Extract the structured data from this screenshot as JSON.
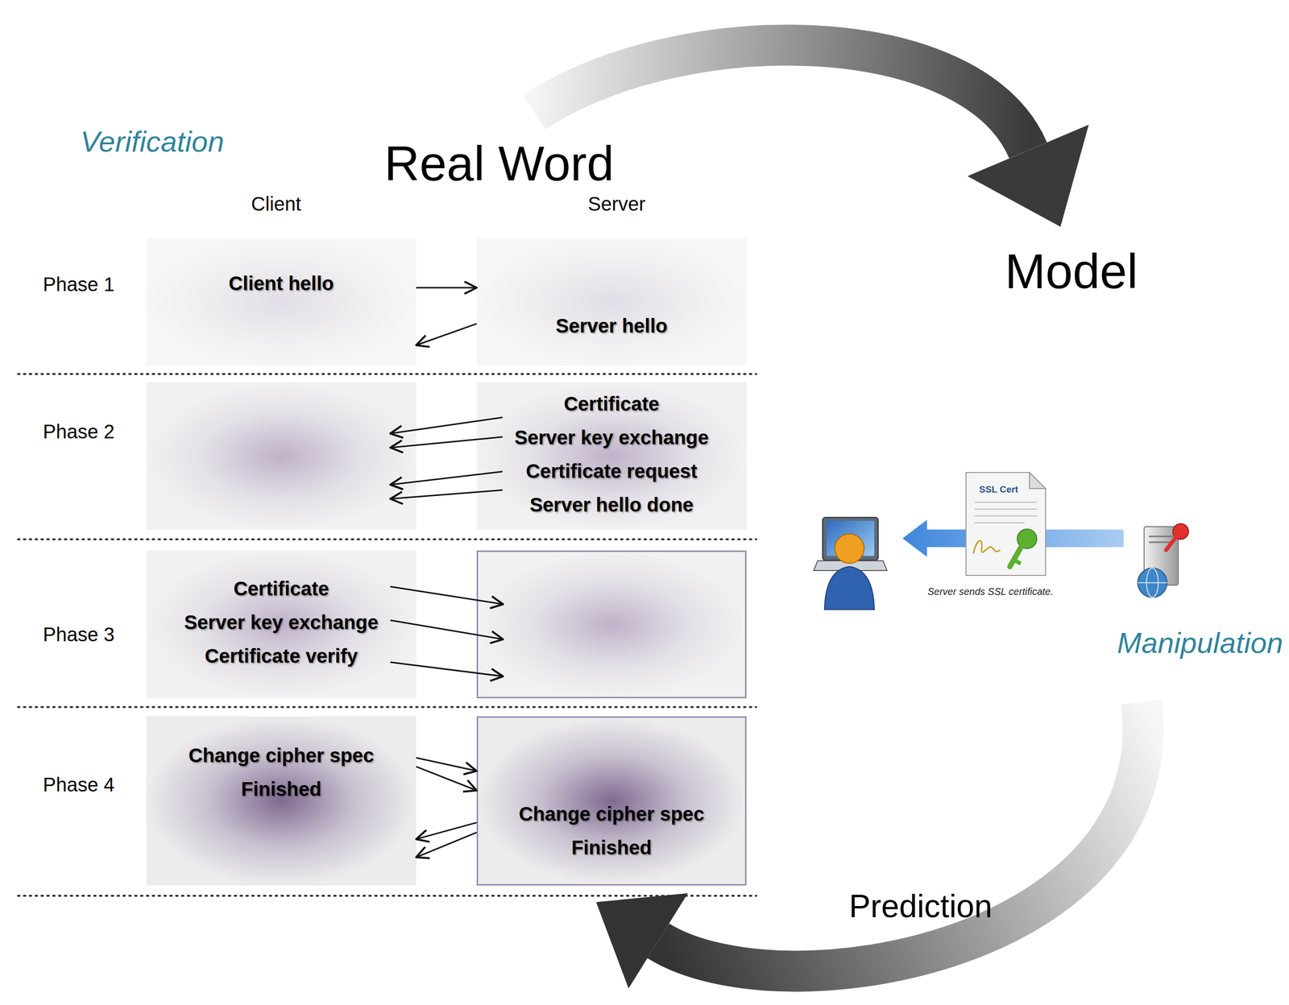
{
  "diagram": {
    "nodes": [
      {
        "text": [
          "Real Word"
        ]
      },
      {
        "text": [
          "Client hello"
        ],
        "in": 0
      },
      {
        "text": [
          "Server hello"
        ],
        "in": 0
      },
      {
        "text": [
          "Certificate",
          "Server key exchange",
          "Certificate request",
          "Server hello done"
        ],
        "in": 0
      },
      {
        "text": [
          "Certificate",
          "Server key exchange",
          "Certificate verify"
        ],
        "in": 0
      },
      {
        "text": [
          "Change cipher spec",
          "Finished"
        ],
        "in": 0
      },
      {
        "text": [
          "Change cipher spec",
          "Finished"
        ],
        "in": 0
      },
      {
        "text": [
          "Model"
        ]
      }
    ],
    "edges": [
      {
        "from": 1,
        "to": 2,
        "arrow": "to"
      },
      {
        "from": 2,
        "to": 1,
        "arrow": "to"
      },
      {
        "from": 5,
        "to": 6,
        "arrow": "to"
      },
      {
        "from": 5,
        "to": 6,
        "arrow": "to"
      },
      {
        "from": 6,
        "to": 5,
        "arrow": "to"
      },
      {
        "from": 6,
        "to": 5,
        "arrow": "to"
      },
      {
        "from": 0,
        "to": 7,
        "arrow": "to"
      },
      {
        "from": 7,
        "to": 0,
        "label": "Prediction",
        "arrow": "to"
      }
    ],
    "labels": [
      "Verification",
      "Client",
      "Server",
      "Phase 1",
      "Phase 2",
      "Phase 3",
      "Phase 4",
      "SSL Cert",
      "Server sends SSL certificate.",
      "Manipulation"
    ]
  }
}
